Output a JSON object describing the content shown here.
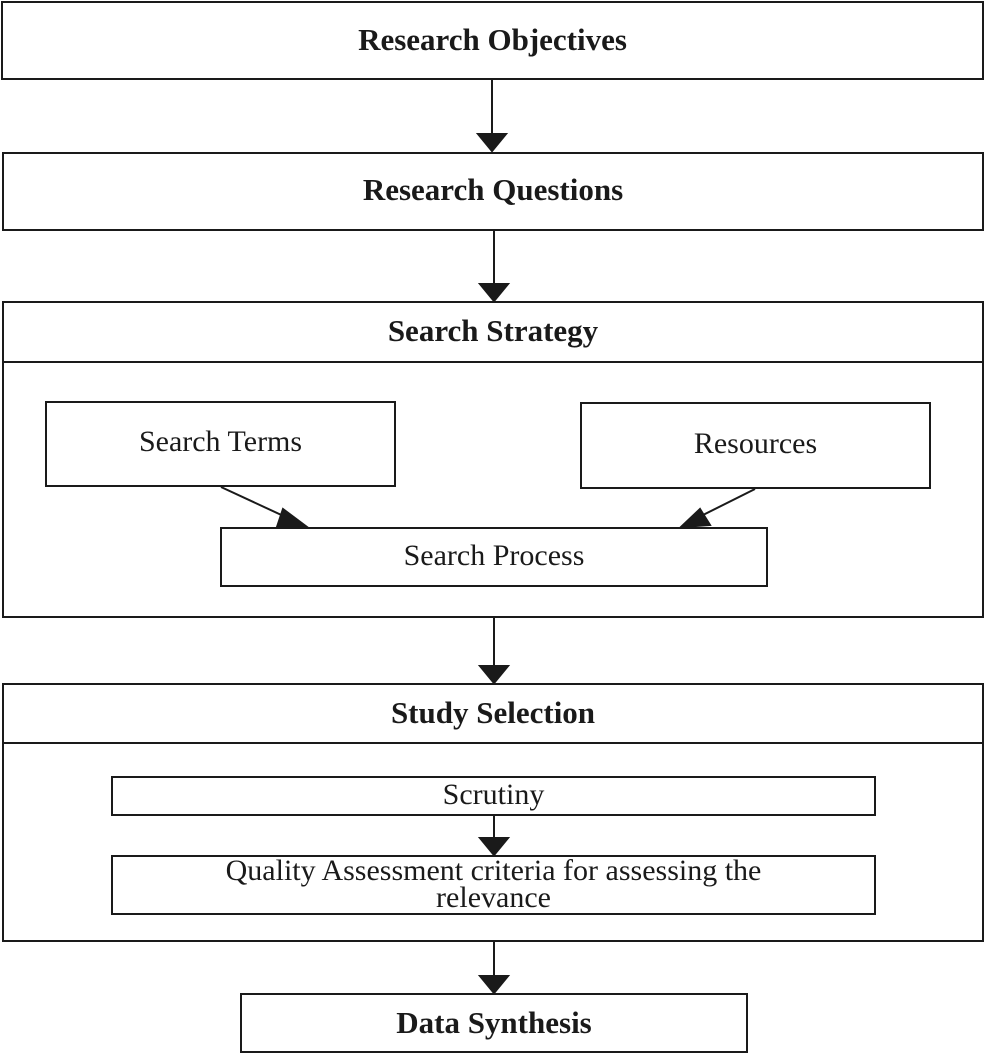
{
  "diagram": {
    "research_objectives": "Research Objectives",
    "research_questions": "Research Questions",
    "search_strategy": {
      "title": "Search Strategy",
      "search_terms": "Search Terms",
      "resources": "Resources",
      "search_process": "Search Process"
    },
    "study_selection": {
      "title": "Study Selection",
      "scrutiny": "Scrutiny",
      "quality_assessment_line1": "Quality Assessment criteria for assessing the",
      "quality_assessment_line2": "relevance"
    },
    "data_synthesis": "Data Synthesis"
  }
}
